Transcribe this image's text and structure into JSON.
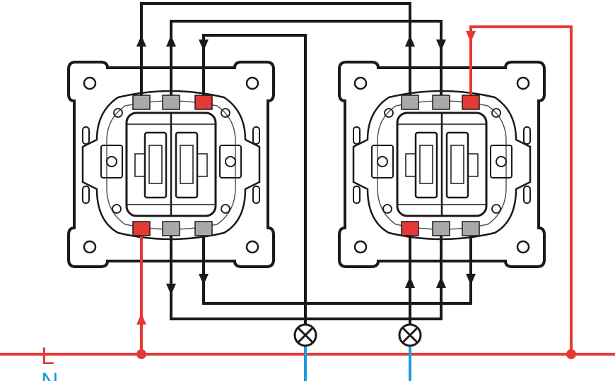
{
  "diagram": {
    "line_label": "L",
    "neutral_label": "N",
    "colors": {
      "live": "#e53935",
      "neutral": "#1e9be0",
      "wire": "#1a1a1a",
      "terminal_gray": "#a9a9a9",
      "terminal_red": "#e53935",
      "outline": "#1a1a1a"
    },
    "switches": [
      {
        "id": "left",
        "top_terminals": [
          "gray",
          "gray",
          "red"
        ],
        "bottom_terminals": [
          "red",
          "gray",
          "gray"
        ]
      },
      {
        "id": "right",
        "top_terminals": [
          "gray",
          "gray",
          "red"
        ],
        "bottom_terminals": [
          "red",
          "gray",
          "gray"
        ]
      }
    ],
    "lamps": [
      {
        "id": "lamp-1"
      },
      {
        "id": "lamp-2"
      }
    ],
    "icons": [
      "arrow-up-icon",
      "arrow-down-icon",
      "lamp-icon",
      "junction-dot-icon"
    ]
  }
}
